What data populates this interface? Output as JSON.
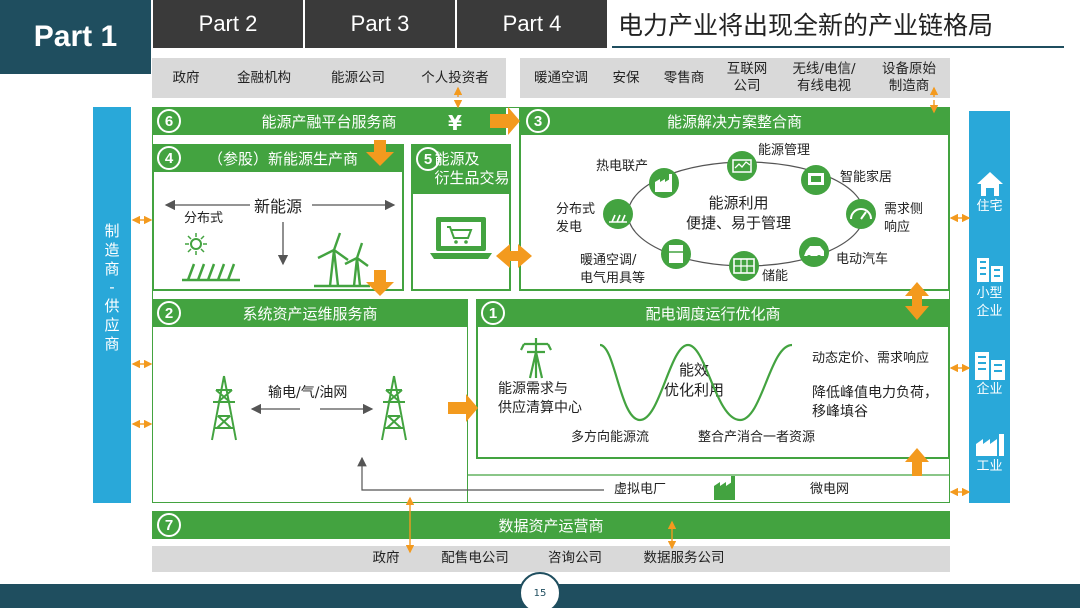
{
  "tabs": {
    "active": "Part 1",
    "t2": "Part 2",
    "t3": "Part 3",
    "t4": "Part 4"
  },
  "title": "电力产业将出现全新的产业链格局",
  "top_left_items": [
    "政府",
    "金融机构",
    "能源公司",
    "个人投资者"
  ],
  "top_right_items": [
    "暖通空调",
    "安保",
    "零售商",
    "互联网\n公司",
    "无线/电信/\n有线电视",
    "设备原始\n制造商"
  ],
  "left_column": "制\n造\n商\n-\n供\n应\n商",
  "right_column": {
    "residence": "住宅",
    "small_business": "小型\n企业",
    "enterprise": "企业",
    "industry": "工业"
  },
  "n6": {
    "num": "6",
    "label": "能源产融平台服务商"
  },
  "yen": "¥",
  "n3": {
    "num": "3",
    "label": "能源解决方案整合商"
  },
  "n4": {
    "num": "4",
    "label": "（参股）新能源生产商",
    "center": "新能源",
    "distributed": "分布式"
  },
  "n5": {
    "num": "5",
    "label": "能源及\n衍生品交易"
  },
  "n3_items": {
    "energy_mgmt": "能源管理",
    "chp": "热电联产",
    "smart_home": "智能家居",
    "center": "能源利用\n便捷、易于管理",
    "distributed": "分布式\n发电",
    "demand": "需求侧\n响应",
    "hvac": "暖通空调/\n电气用具等",
    "storage": "储能",
    "ev": "电动汽车"
  },
  "n2": {
    "num": "2",
    "label": "系统资产运维服务商",
    "grid": "输电/气/油网"
  },
  "n1": {
    "num": "1",
    "label": "配电调度运行优化商",
    "center_node": "能源需求与\n供应清算中心",
    "efficiency": "能效\n优化利用",
    "pricing": "动态定价、需求响应",
    "peak": "降低峰值电力负荷，\n移峰填谷",
    "multi": "多方向能源流",
    "integrate": "整合产消合一者资源"
  },
  "vpp": "虚拟电厂",
  "microgrid": "微电网",
  "n7": {
    "num": "7",
    "label": "数据资产运营商"
  },
  "bottom_items": [
    "政府",
    "配售电公司",
    "咨询公司",
    "数据服务公司"
  ],
  "page_number": "15",
  "colors": {
    "green": "#43a340",
    "teal": "#1f4e5f",
    "blue": "#29a8d9",
    "orange": "#f39a1e",
    "grey": "#d9d9d9"
  }
}
